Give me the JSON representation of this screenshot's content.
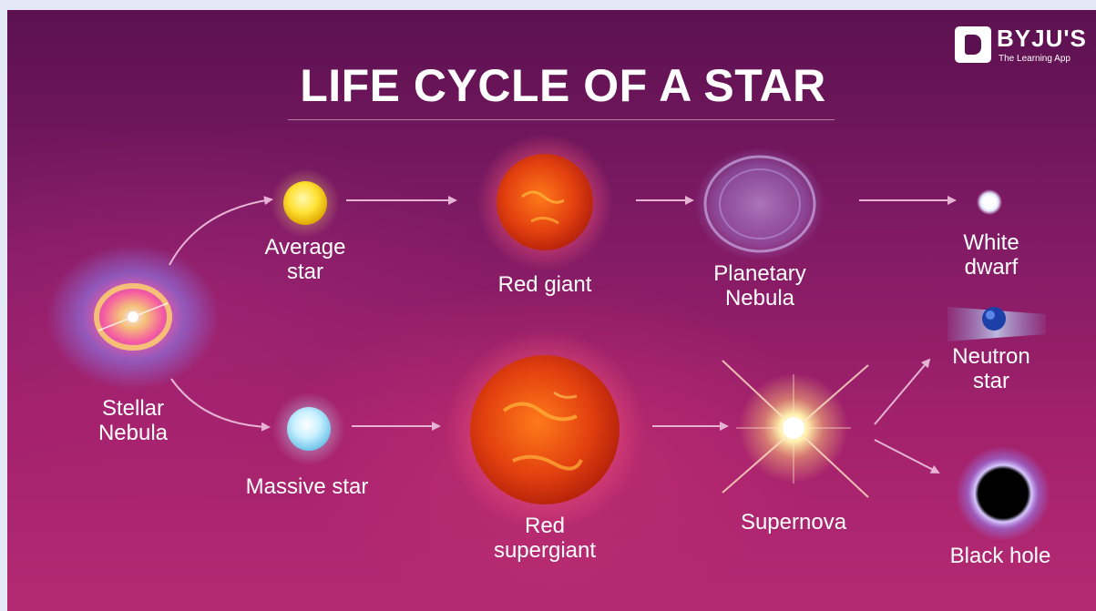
{
  "title": "LIFE CYCLE OF A STAR",
  "logo": {
    "name": "BYJU'S",
    "tagline": "The Learning App"
  },
  "stages": {
    "stellar_nebula": "Stellar\nNebula",
    "average_star": "Average\nstar",
    "red_giant": "Red giant",
    "planetary_nebula": "Planetary\nNebula",
    "white_dwarf": "White\ndwarf",
    "massive_star": "Massive star",
    "red_supergiant": "Red\nsupergiant",
    "supernova": "Supernova",
    "neutron_star": "Neutron\nstar",
    "black_hole": "Black hole"
  },
  "colors": {
    "background_top": "#5b1150",
    "background_bottom": "#b42a72",
    "arrow": "#e6b3d4",
    "text": "#ffffff"
  }
}
